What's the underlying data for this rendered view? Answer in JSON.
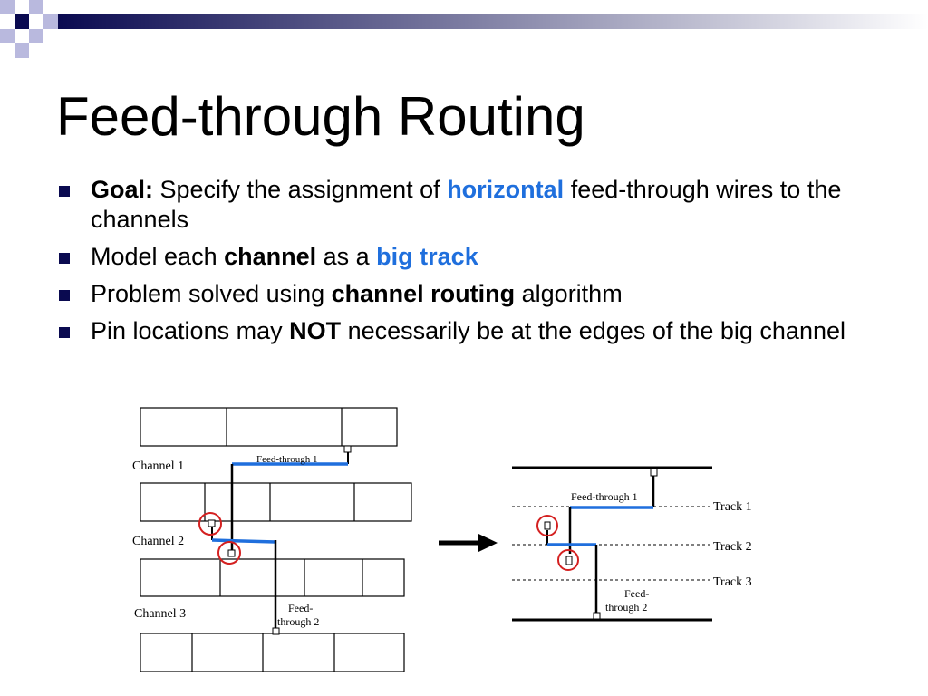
{
  "slide": {
    "title": "Feed-through Routing",
    "accent_color": "#0a0a50",
    "highlight_color": "#1f6fdd",
    "bullets": [
      [
        {
          "t": "Goal:",
          "s": "bold"
        },
        {
          "t": " Specify the assignment of ",
          "s": "normal"
        },
        {
          "t": "horizontal",
          "s": "highlight"
        },
        {
          "t": " feed-through wires to the channels",
          "s": "normal"
        }
      ],
      [
        {
          "t": "Model each ",
          "s": "normal"
        },
        {
          "t": "channel",
          "s": "bold"
        },
        {
          "t": " as a ",
          "s": "normal"
        },
        {
          "t": "big track",
          "s": "highlight"
        }
      ],
      [
        {
          "t": "Problem solved using ",
          "s": "normal"
        },
        {
          "t": "channel routing",
          "s": "bold"
        },
        {
          "t": " algorithm",
          "s": "normal"
        }
      ],
      [
        {
          "t": "Pin locations may ",
          "s": "normal"
        },
        {
          "t": "NOT",
          "s": "bold"
        },
        {
          "t": " necessarily be at the edges of the big channel",
          "s": "normal"
        }
      ]
    ]
  },
  "diagram_left": {
    "channel_labels": [
      "Channel 1",
      "Channel 2",
      "Channel 3"
    ],
    "feedthrough_1": "Feed-through 1",
    "feedthrough_2_line1": "Feed-",
    "feedthrough_2_line2": "through 2"
  },
  "diagram_right": {
    "track_labels": [
      "Track 1",
      "Track 2",
      "Track 3"
    ],
    "feedthrough_1": "Feed-through 1",
    "feedthrough_2_line1": "Feed-",
    "feedthrough_2_line2": "through 2"
  }
}
